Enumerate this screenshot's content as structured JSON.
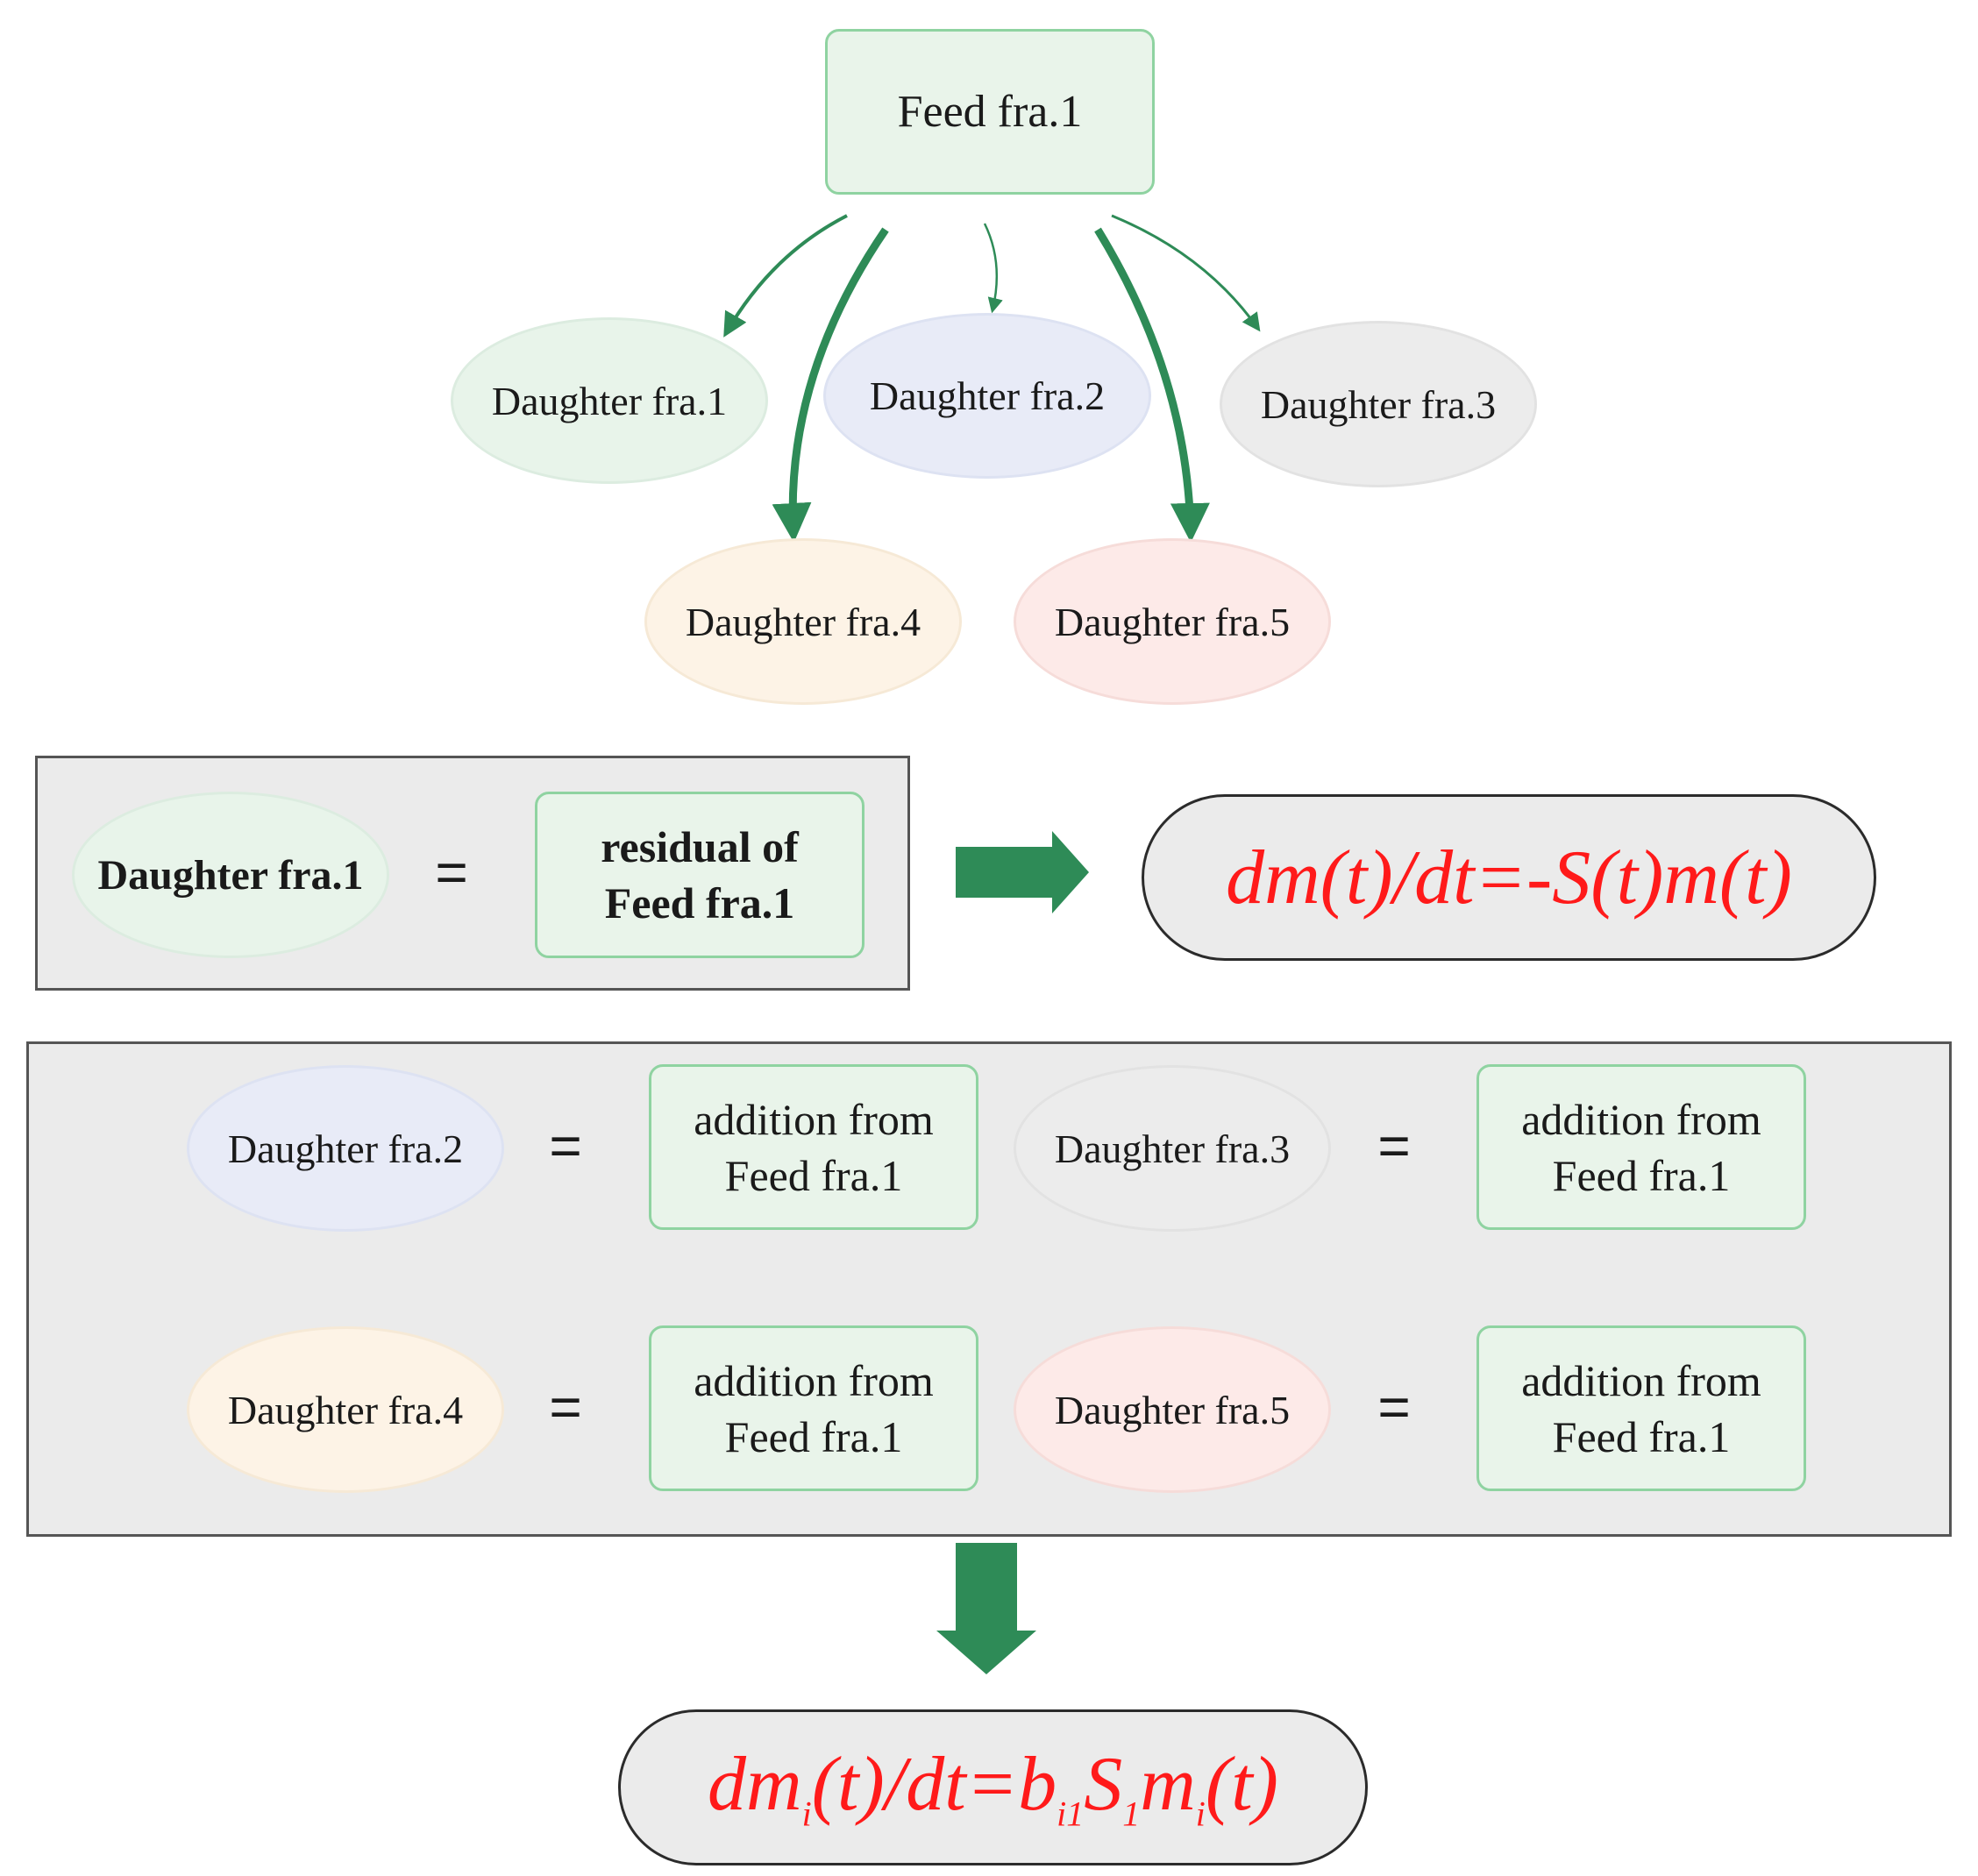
{
  "feed": {
    "label": "Feed fra.1"
  },
  "daughters": [
    {
      "label": "Daughter fra.1"
    },
    {
      "label": "Daughter fra.2"
    },
    {
      "label": "Daughter fra.3"
    },
    {
      "label": "Daughter fra.4"
    },
    {
      "label": "Daughter fra.5"
    }
  ],
  "panel1": {
    "daughter": "Daughter fra.1",
    "equals": "=",
    "box_line1": "residual of",
    "box_line2": "Feed fra.1",
    "formula": "dm(t)/dt=-S(t)m(t)"
  },
  "panel2": {
    "rows": [
      {
        "daughter": "Daughter fra.2",
        "equals": "=",
        "line1": "addition from",
        "line2": "Feed fra.1"
      },
      {
        "daughter": "Daughter fra.3",
        "equals": "=",
        "line1": "addition from",
        "line2": "Feed fra.1"
      },
      {
        "daughter": "Daughter fra.4",
        "equals": "=",
        "line1": "addition from",
        "line2": "Feed fra.1"
      },
      {
        "daughter": "Daughter fra.5",
        "equals": "=",
        "line1": "addition from",
        "line2": "Feed fra.1"
      }
    ],
    "formula": {
      "p1": "dm",
      "sub1": "i",
      "p2": "(t)/dt=b",
      "sub2": "i1",
      "p3": "S",
      "sub3": "1",
      "p4": "m",
      "sub4": "i",
      "p5": "(t)"
    }
  },
  "colors": {
    "green_node_fill": "#e9f4ea",
    "green_node_border": "#8fd3a1",
    "daughter1_fill": "#e8f4ea",
    "daughter2_fill": "#e8ebf7",
    "daughter3_fill": "#ececec",
    "daughter4_fill": "#fdf3e6",
    "daughter5_fill": "#fdeae8",
    "arrow_green": "#2e8b57",
    "formula_red": "#ff1a1a"
  }
}
